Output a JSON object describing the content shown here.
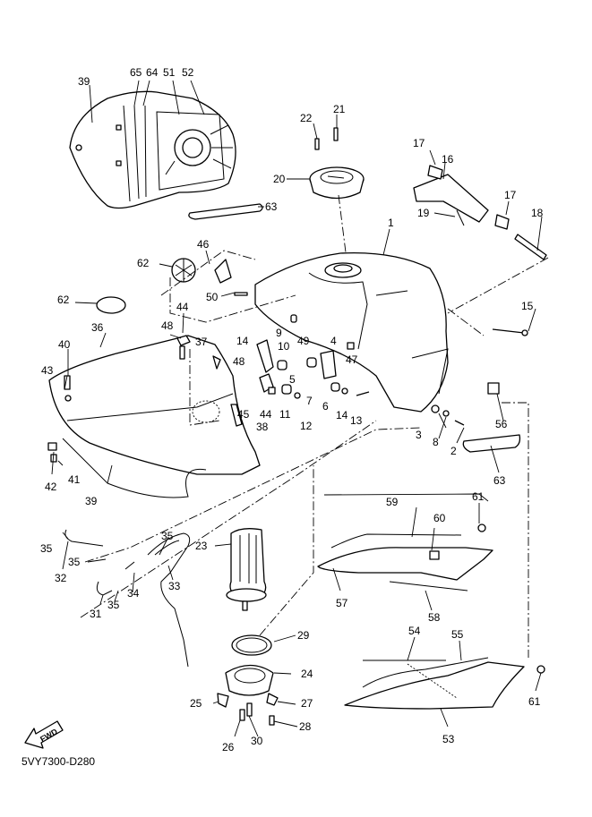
{
  "diagram": {
    "title": "Fuel tank exploded parts diagram",
    "code": "5VY7300-D280",
    "fwd_label": "FWD",
    "callouts": {
      "c1": "1",
      "c2": "2",
      "c3": "3",
      "c4": "4",
      "c5": "5",
      "c6": "6",
      "c7": "7",
      "c8": "8",
      "c9": "9",
      "c10": "10",
      "c11": "11",
      "c12": "12",
      "c13": "13",
      "c14a": "14",
      "c14b": "14",
      "c15": "15",
      "c16": "16",
      "c17a": "17",
      "c17b": "17",
      "c18": "18",
      "c19": "19",
      "c20": "20",
      "c21": "21",
      "c22": "22",
      "c23": "23",
      "c24": "24",
      "c25": "25",
      "c26": "26",
      "c27": "27",
      "c28": "28",
      "c29": "29",
      "c30": "30",
      "c31": "31",
      "c32": "32",
      "c33": "33",
      "c34": "34",
      "c35a": "35",
      "c35b": "35",
      "c35c": "35",
      "c35d": "35",
      "c36": "36",
      "c37": "37",
      "c38": "38",
      "c39a": "39",
      "c39b": "39",
      "c40": "40",
      "c41": "41",
      "c42": "42",
      "c43": "43",
      "c44a": "44",
      "c44b": "44",
      "c45": "45",
      "c46": "46",
      "c47": "47",
      "c48a": "48",
      "c48b": "48",
      "c49": "49",
      "c50": "50",
      "c51": "51",
      "c52": "52",
      "c53": "53",
      "c54": "54",
      "c55": "55",
      "c56": "56",
      "c57": "57",
      "c58": "58",
      "c59": "59",
      "c60": "60",
      "c61a": "61",
      "c61b": "61",
      "c62a": "62",
      "c62b": "62",
      "c63a": "63",
      "c63b": "63",
      "c64": "64",
      "c65": "65"
    }
  }
}
